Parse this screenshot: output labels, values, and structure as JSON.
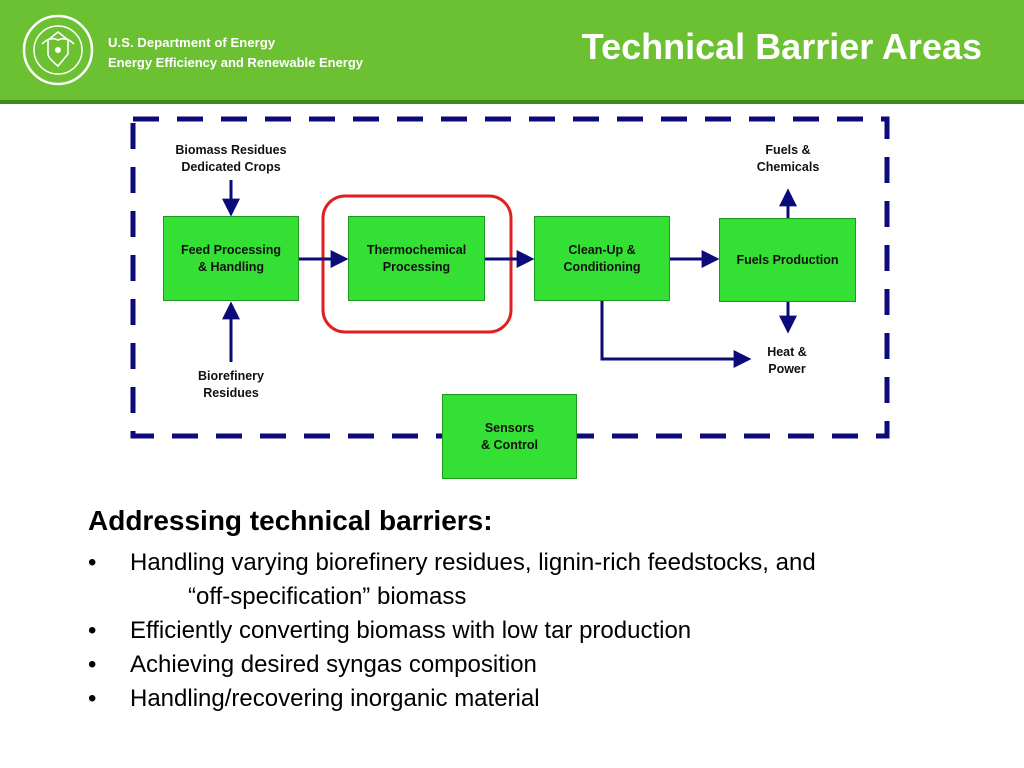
{
  "header": {
    "org_line1": "U.S. Department of Energy",
    "org_line2": "Energy Efficiency and Renewable Energy",
    "title": "Technical Barrier Areas",
    "seal_icon": "doe-seal-icon",
    "colors": {
      "green": "#6cc132",
      "dark_green": "#3f8a1f"
    }
  },
  "diagram": {
    "colors": {
      "box_fill": "#33e033",
      "arrow": "#0b0b7a",
      "boundary": "#0b0b7a",
      "highlight": "#e02020"
    },
    "inputs": {
      "biomass": [
        "Biomass Residues",
        "Dedicated Crops"
      ],
      "biorefinery": [
        "Biorefinery",
        "Residues"
      ]
    },
    "boxes": {
      "feed": [
        "Feed Processing",
        "& Handling"
      ],
      "thermo": [
        "Thermochemical",
        "Processing"
      ],
      "cleanup": [
        "Clean-Up &",
        "Conditioning"
      ],
      "fuels": [
        "Fuels Production"
      ],
      "sensors": [
        "Sensors",
        "& Control"
      ]
    },
    "outputs": {
      "fuels_chem": [
        "Fuels &",
        "Chemicals"
      ],
      "heat_power": [
        "Heat &",
        "Power"
      ]
    }
  },
  "content": {
    "heading": "Addressing technical barriers:",
    "bullet_char": "•",
    "bullets": [
      "Handling varying biorefinery residues, lignin-rich feedstocks, and",
      "Efficiently converting biomass with low tar production",
      "Achieving desired syngas composition",
      "Handling/recovering inorganic material"
    ],
    "bullet1_continuation": "“off-specification” biomass"
  }
}
